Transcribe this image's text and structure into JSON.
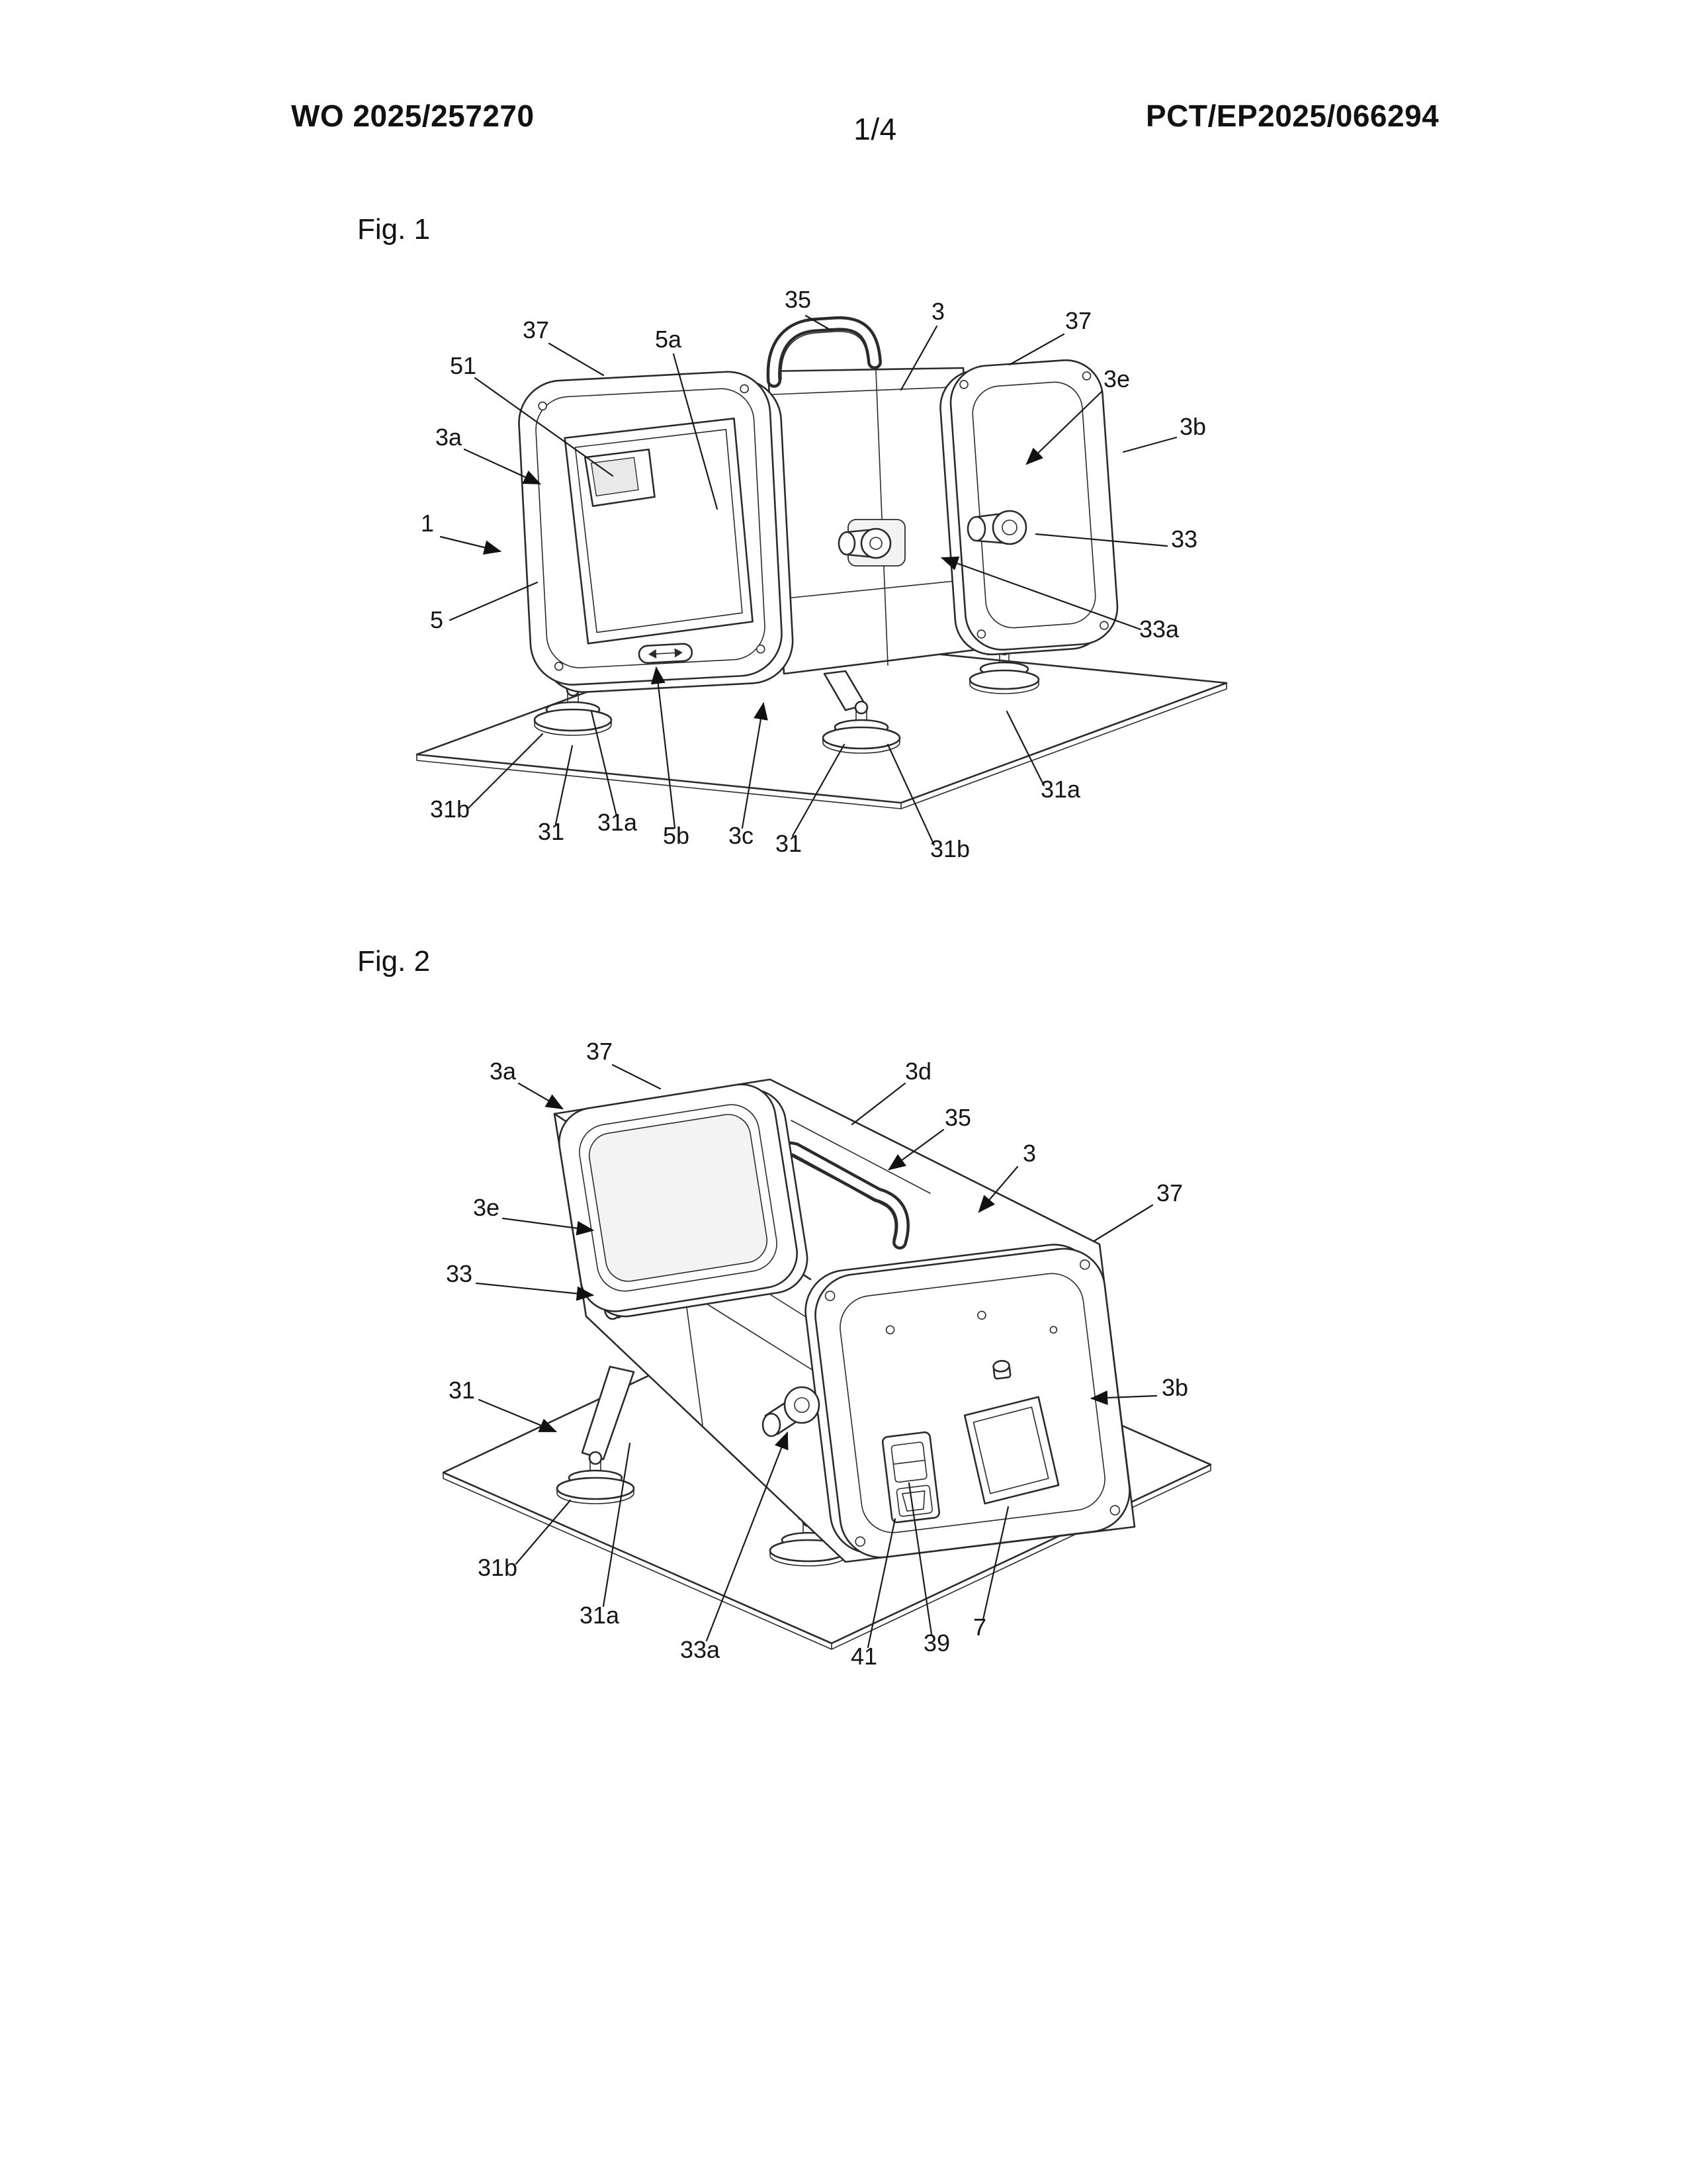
{
  "page": {
    "publication_number": "WO 2025/257270",
    "sheet_number": "1/4",
    "application_number": "PCT/EP2025/066294"
  },
  "fig1": {
    "caption": "Fig. 1",
    "labels": [
      "35",
      "3",
      "37",
      "37",
      "5a",
      "51",
      "3e",
      "3a",
      "3b",
      "1",
      "33",
      "5",
      "33a",
      "31a",
      "31b",
      "31",
      "31a",
      "5b",
      "3c",
      "31",
      "31b"
    ]
  },
  "fig2": {
    "caption": "Fig. 2",
    "labels": [
      "3a",
      "37",
      "3d",
      "35",
      "3",
      "37",
      "3e",
      "33",
      "31",
      "3b",
      "31b",
      "31a",
      "33a",
      "41",
      "39",
      "7"
    ]
  }
}
